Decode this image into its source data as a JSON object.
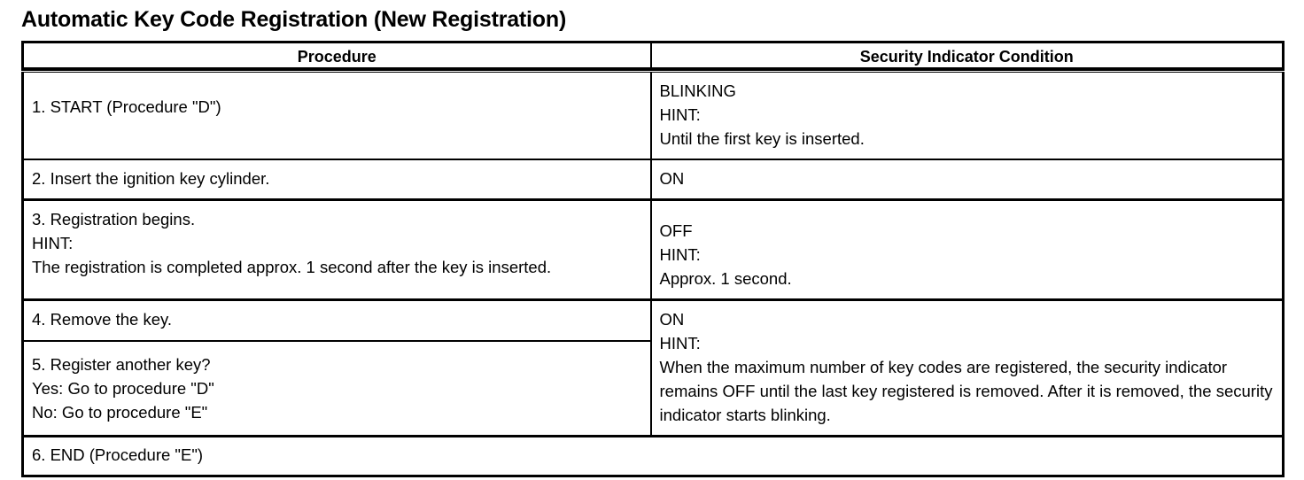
{
  "document": {
    "title": "Automatic Key Code Registration (New Registration)"
  },
  "table": {
    "headers": {
      "procedure": "Procedure",
      "condition": "Security Indicator Condition"
    },
    "rows": [
      {
        "id": "row-1",
        "procedure": "1. START (Procedure \"D\")",
        "condition_state": "BLINKING",
        "condition_hint_label": "HINT:",
        "condition_hint_text": "Until the first key is inserted."
      },
      {
        "id": "row-2",
        "procedure": "2. Insert the ignition key cylinder.",
        "condition_state": "ON"
      },
      {
        "id": "row-3",
        "procedure_line1": "3. Registration begins.",
        "procedure_hint_label": "HINT:",
        "procedure_hint_text": "The registration is completed approx. 1 second after the key is inserted.",
        "condition_state": "OFF",
        "condition_hint_label": "HINT:",
        "condition_hint_text": "Approx. 1 second."
      },
      {
        "id": "row-4",
        "procedure": "4. Remove the key.",
        "condition_state": "ON",
        "condition_hint_label": "HINT:",
        "condition_hint_text": "When the maximum number of key codes are registered, the security indicator remains OFF until the last key registered is removed. After it is removed, the security indicator starts blinking."
      },
      {
        "id": "row-5",
        "procedure_line1": "5. Register another key?",
        "procedure_line2": "Yes: Go to procedure \"D\"",
        "procedure_line3": "No: Go to procedure \"E\""
      },
      {
        "id": "row-6",
        "procedure": "6. END (Procedure \"E\")"
      }
    ]
  },
  "colors": {
    "text": "#000000",
    "background": "#ffffff",
    "border": "#000000"
  }
}
